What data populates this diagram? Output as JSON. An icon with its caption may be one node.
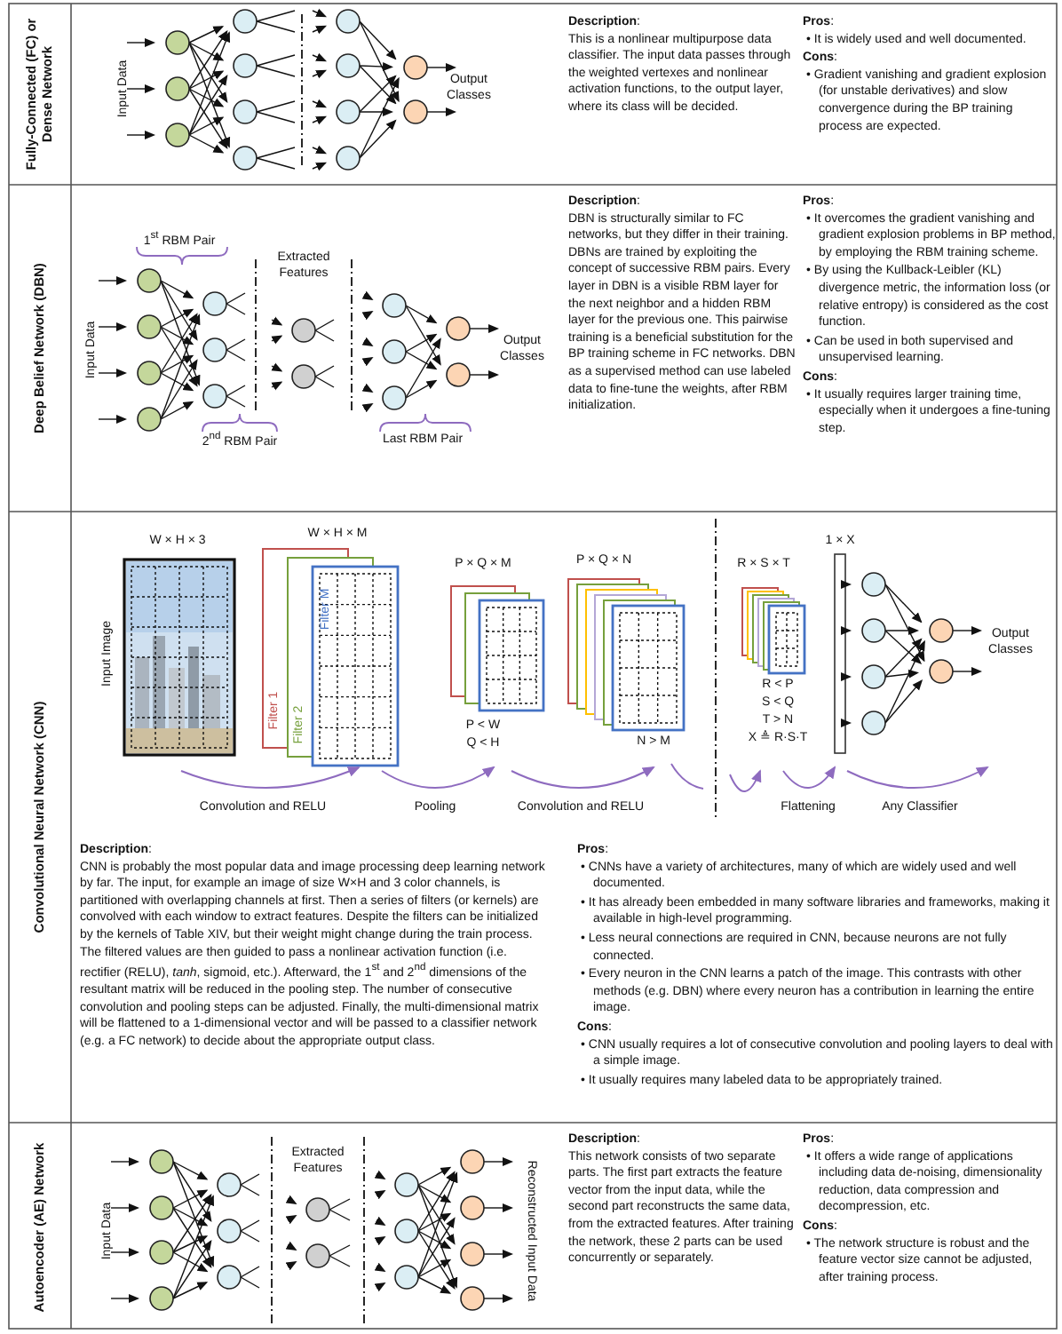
{
  "diagram": {
    "labels": [
      "Fully-Connected (FC) or Dense Network",
      "Input Data",
      "Output Classes",
      "**Description**:",
      "This is a nonlinear multipurpose data classifier. The input data passes through the weighted vertexes and nonlinear activation functions, to the output layer, where its class will be decided.",
      "**Pros**:",
      "• It is widely used and well documented.",
      "**Cons**:",
      "• Gradient vanishing and gradient explosion (for unstable derivatives) and slow convergence during the BP training process are expected.",
      "Deep Belief Network (DBN)",
      "1$^{st}$ RBM Pair",
      "Extracted Features",
      "Input Data",
      "Output Classes",
      "2$^{nd}$ RBM Pair",
      "Last RBM Pair",
      "**Description**:",
      "DBN is structurally similar to FC networks, but they differ in their training. DBNs are trained by exploiting the concept of successive RBM pairs. Every layer in DBN is a visible RBM layer for the next neighbor and a hidden RBM layer for the previous one. This pairwise training is a beneficial substitution for the BP training scheme in FC networks. DBN as a supervised method can use labeled data to fine-tune the weights, after RBM initialization.",
      "**Pros**:",
      "• It overcomes the gradient vanishing and gradient explosion problems in BP method, by employing the RBM training scheme.",
      "• By using the Kullback-Leibler (KL) divergence metric, the information loss (or relative entropy) is considered as the cost function.",
      "• Can be used in both supervised and unsupervised learning.",
      "**Cons**:",
      "• It usually requires larger training time, especially when it undergoes a fine-tuning step.",
      "Convolutional Neural Network (CNN)",
      "W × H × 3",
      "W × H × M",
      "P × Q × M",
      "P × Q × N",
      "R × S × T",
      "1 × X",
      "Input Image",
      "Filter M",
      "Filter 1",
      "Filter 2",
      "Output Classes",
      "P < W",
      "Q < H",
      "N > M",
      "R < P",
      "S < Q",
      "T > N",
      "X ≜ R·S·T",
      "Convolution and RELU",
      "Pooling",
      "Convolution and RELU",
      "Flattening",
      "Any Classifier",
      "**Description**:",
      "CNN is probably the most popular data and image processing deep learning network by far. The input, for example an image of size W×H and 3 color channels, is partitioned with overlapping channels at first. Then a series of filters (or kernels) are convolved with each window to extract features. Despite the filters can be initialized by the kernels of Table XIV, but their weight might change during the train process. The filtered values are then guided to pass a nonlinear activation function (i.e. rectifier (RELU), *tanh*, sigmoid, etc.). Afterward, the 1$^{st}$ and 2$^{nd}$ dimensions of the resultant matrix will be reduced in the pooling step. The number of consecutive convolution and pooling steps can be adjusted. Finally, the multi-dimensional matrix will be flattened to a 1-dimensional vector and will be passed to a classifier network (e.g. a FC network) to decide about the appropriate output class.",
      "**Pros**:",
      "• CNNs have a variety of architectures, many of which are widely used and well documented.",
      "• It has already been embedded in many software libraries and frameworks, making it available in high-level programming.",
      "• Less neural connections are required in CNN, because neurons are not fully connected.",
      "• Every neuron in the CNN learns a patch of the image. This contrasts with other methods (e.g. DBN) where every neuron has a contribution in learning the entire image.",
      "**Cons**:",
      "• CNN usually requires a lot of consecutive convolution and pooling layers to deal with a simple image.",
      "• It usually requires many labeled data to be appropriately trained.",
      "Autoencoder (AE) Network",
      "Extracted Features",
      "Input Data",
      "Reconstructed Input Data",
      "**Description**:",
      "This network consists of two separate parts. The first part extracts the feature vector from the input data, while the second part reconstructs the same data, from the extracted features. After training the network, these 2 parts can be used concurrently or separately.",
      "**Pros**:",
      "• It offers a wide range of applications including data de-noising, dimensionality reduction, data compression and decompression, etc.",
      "**Cons**:",
      "• The network structure is robust and the feature vector size cannot be adjusted, after training process."
    ]
  }
}
